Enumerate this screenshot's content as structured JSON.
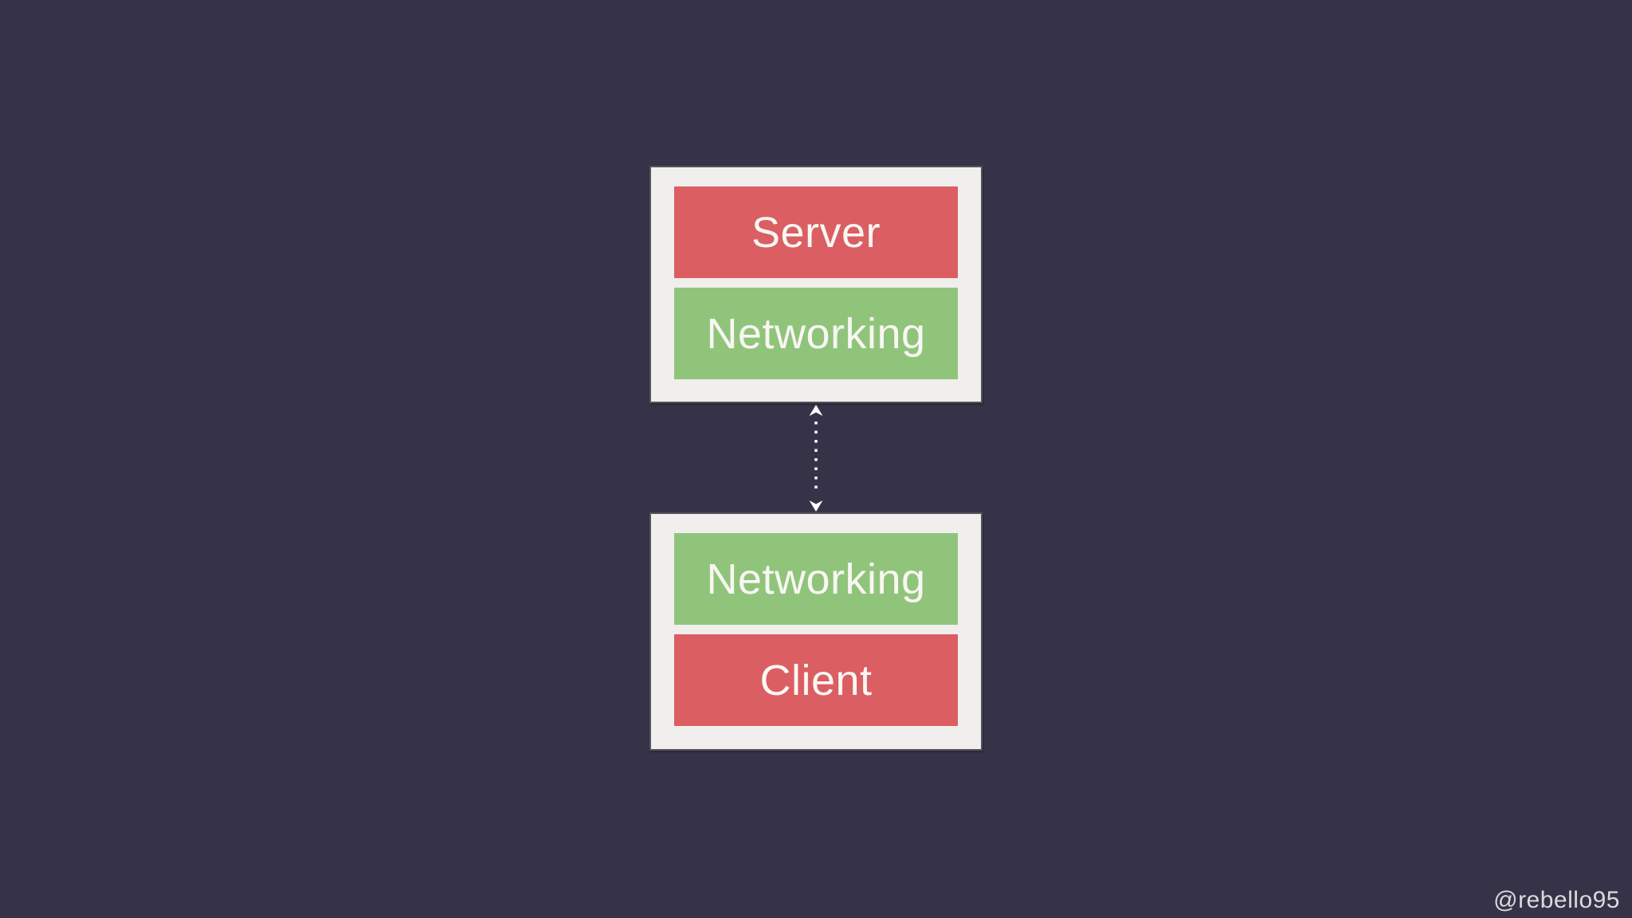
{
  "canvas": {
    "background_color": "#363349",
    "box_fill_color": "#f0efed",
    "box_border_color": "#55535a",
    "label_text_color": "#f8f7f3"
  },
  "stacks": [
    {
      "id": "server-stack",
      "layers": [
        {
          "label": "Server",
          "color": "#db5e63"
        },
        {
          "label": "Networking",
          "color": "#91c47b"
        }
      ]
    },
    {
      "id": "client-stack",
      "layers": [
        {
          "label": "Networking",
          "color": "#91c47b"
        },
        {
          "label": "Client",
          "color": "#db5e63"
        }
      ]
    }
  ],
  "connector": {
    "type": "dotted-double-headed-arrow",
    "direction": "vertical-bidirectional",
    "color": "#ffffff"
  },
  "watermark": {
    "text": "@rebello95",
    "color": "#d2d1d9"
  }
}
